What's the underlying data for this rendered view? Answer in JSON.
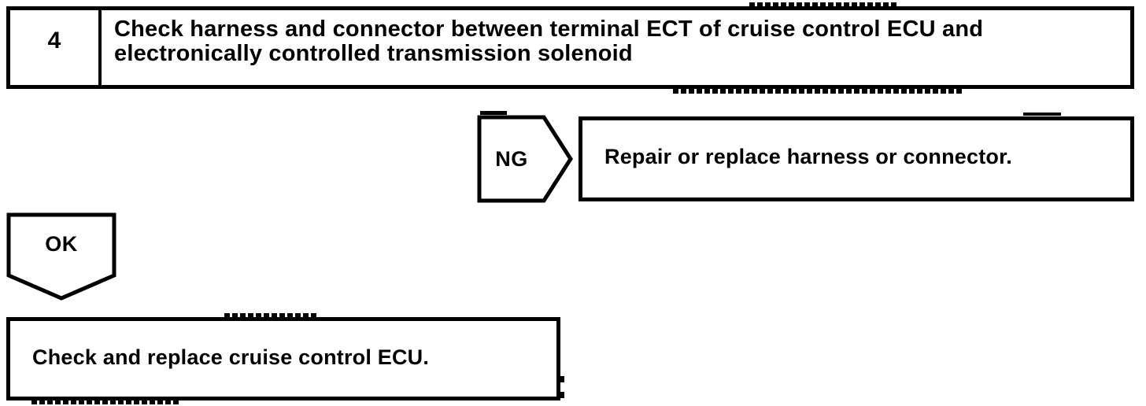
{
  "canvas": {
    "background": "#ffffff",
    "ink": "#000000"
  },
  "flowchart": {
    "step": {
      "number": "4",
      "instruction": "Check harness and connector between terminal ECT of cruise control ECU and electronically controlled transmission solenoid"
    },
    "ng_branch": {
      "label": "NG",
      "result": "Repair or replace harness or connector."
    },
    "ok_branch": {
      "label": "OK",
      "result": "Check and replace cruise control ECU."
    }
  }
}
